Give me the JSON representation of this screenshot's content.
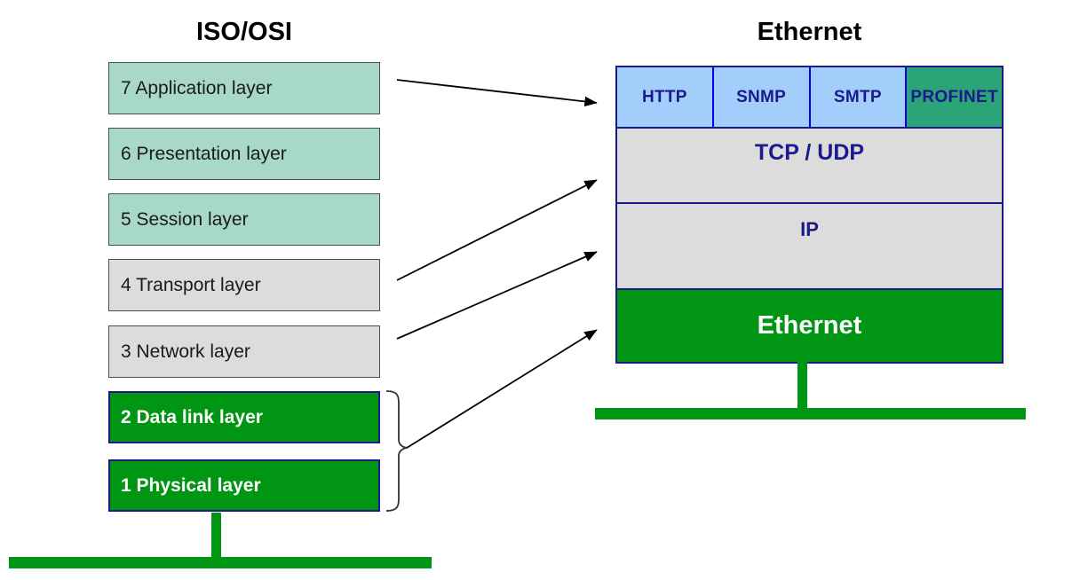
{
  "diagram": {
    "left_title": "ISO/OSI",
    "right_title": "Ethernet",
    "osi_layers": [
      {
        "label": "7 Application layer",
        "style": "mint"
      },
      {
        "label": "6 Presentation layer",
        "style": "mint"
      },
      {
        "label": "5 Session layer",
        "style": "mint"
      },
      {
        "label": "4 Transport layer",
        "style": "grey"
      },
      {
        "label": "3 Network layer",
        "style": "grey"
      },
      {
        "label": "2 Data link layer",
        "style": "green"
      },
      {
        "label": "1 Physical layer",
        "style": "green"
      }
    ],
    "ethernet_stack": {
      "protocols": [
        {
          "label": "HTTP",
          "style": "blue"
        },
        {
          "label": "SNMP",
          "style": "blue"
        },
        {
          "label": "SMTP",
          "style": "blue"
        },
        {
          "label": "PROFINET",
          "style": "teal"
        }
      ],
      "transport_label": "TCP / UDP",
      "network_label": "IP",
      "link_label": "Ethernet"
    },
    "colors": {
      "mint": "#a7d9c6",
      "grey": "#dcdcdc",
      "green": "#009512",
      "teal": "#2ba477",
      "protocol_blue": "#a3cdfb",
      "navy_text": "#1a1a8c",
      "border_navy": "#1a1a8c",
      "divider_blue": "#0000ee",
      "white_text": "#ffffff"
    }
  }
}
